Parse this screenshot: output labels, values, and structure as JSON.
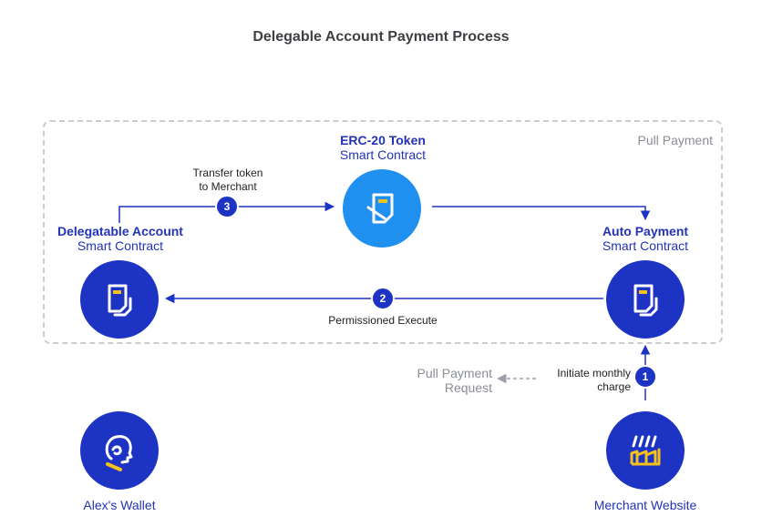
{
  "title": "Delegable Account Payment Process",
  "group": {
    "label": "Pull Payment"
  },
  "nodes": {
    "erc20": {
      "line1": "ERC-20 Token",
      "line2": "Smart Contract"
    },
    "delegatable": {
      "line1": "Delegatable Account",
      "line2": "Smart Contract"
    },
    "auto_payment": {
      "line1": "Auto Payment",
      "line2": "Smart Contract"
    },
    "wallet": {
      "label": "Alex's Wallet"
    },
    "merchant": {
      "label": "Merchant Website"
    }
  },
  "steps": {
    "one": {
      "number": "1",
      "line1": "Initiate monthly",
      "line2": "charge"
    },
    "two": {
      "number": "2",
      "label": "Permissioned Execute"
    },
    "three": {
      "number": "3",
      "line1": "Transfer token",
      "line2": "to Merchant"
    }
  },
  "request": {
    "line1": "Pull Payment",
    "line2": "Request"
  },
  "colors": {
    "primary": "#1d33c4",
    "accent": "#1f8ff0",
    "icon_yellow": "#f5c21b",
    "muted": "#8a8e94"
  }
}
